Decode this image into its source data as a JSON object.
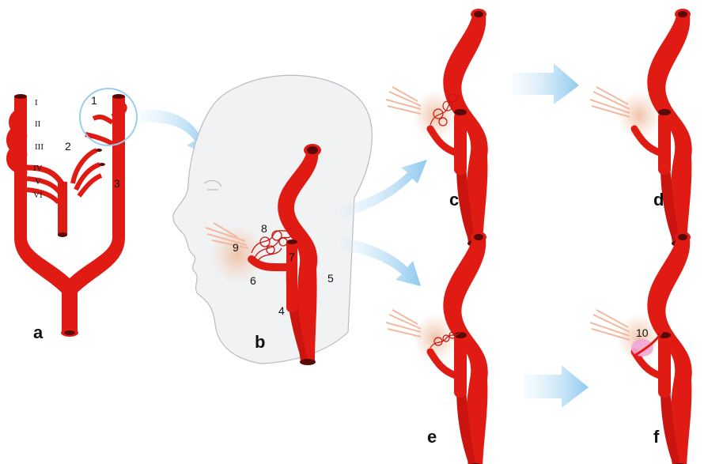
{
  "colors": {
    "artery": "#e01b14",
    "artery_shadow": "#a30e0a",
    "lumen": "#5a0a06",
    "face": "#f1f2f4",
    "face_outline": "#b8bcc2",
    "arrow": "#a9d6f2",
    "circle": "#9ccdee",
    "nerve": "#f3b9a0",
    "skin_glow": "#f4d2bd",
    "lesion": "#f2a6d6"
  },
  "panels": [
    "a",
    "b",
    "c",
    "d",
    "e",
    "f"
  ],
  "roman_labels": [
    "I",
    "II",
    "III",
    "IV",
    "V",
    "VI"
  ],
  "number_labels": [
    "1",
    "2",
    "3",
    "4",
    "5",
    "6",
    "7",
    "8",
    "9",
    "10"
  ]
}
